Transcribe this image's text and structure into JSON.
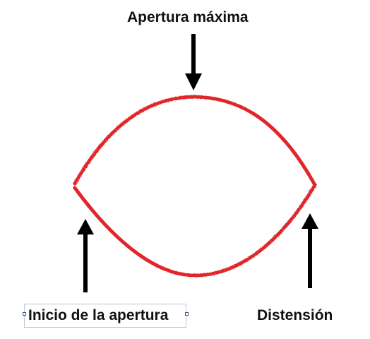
{
  "labels": {
    "top": "Apertura máxima",
    "bottom_left": "Inicio de la apertura",
    "bottom_right": "Distensión"
  },
  "colors": {
    "curve": "#e0272a",
    "arrow": "#000000",
    "text": "#111111",
    "selection": "#b8c8e0"
  },
  "icons": [
    "arrow-down-icon",
    "arrow-up-icon",
    "arrow-up-icon"
  ]
}
